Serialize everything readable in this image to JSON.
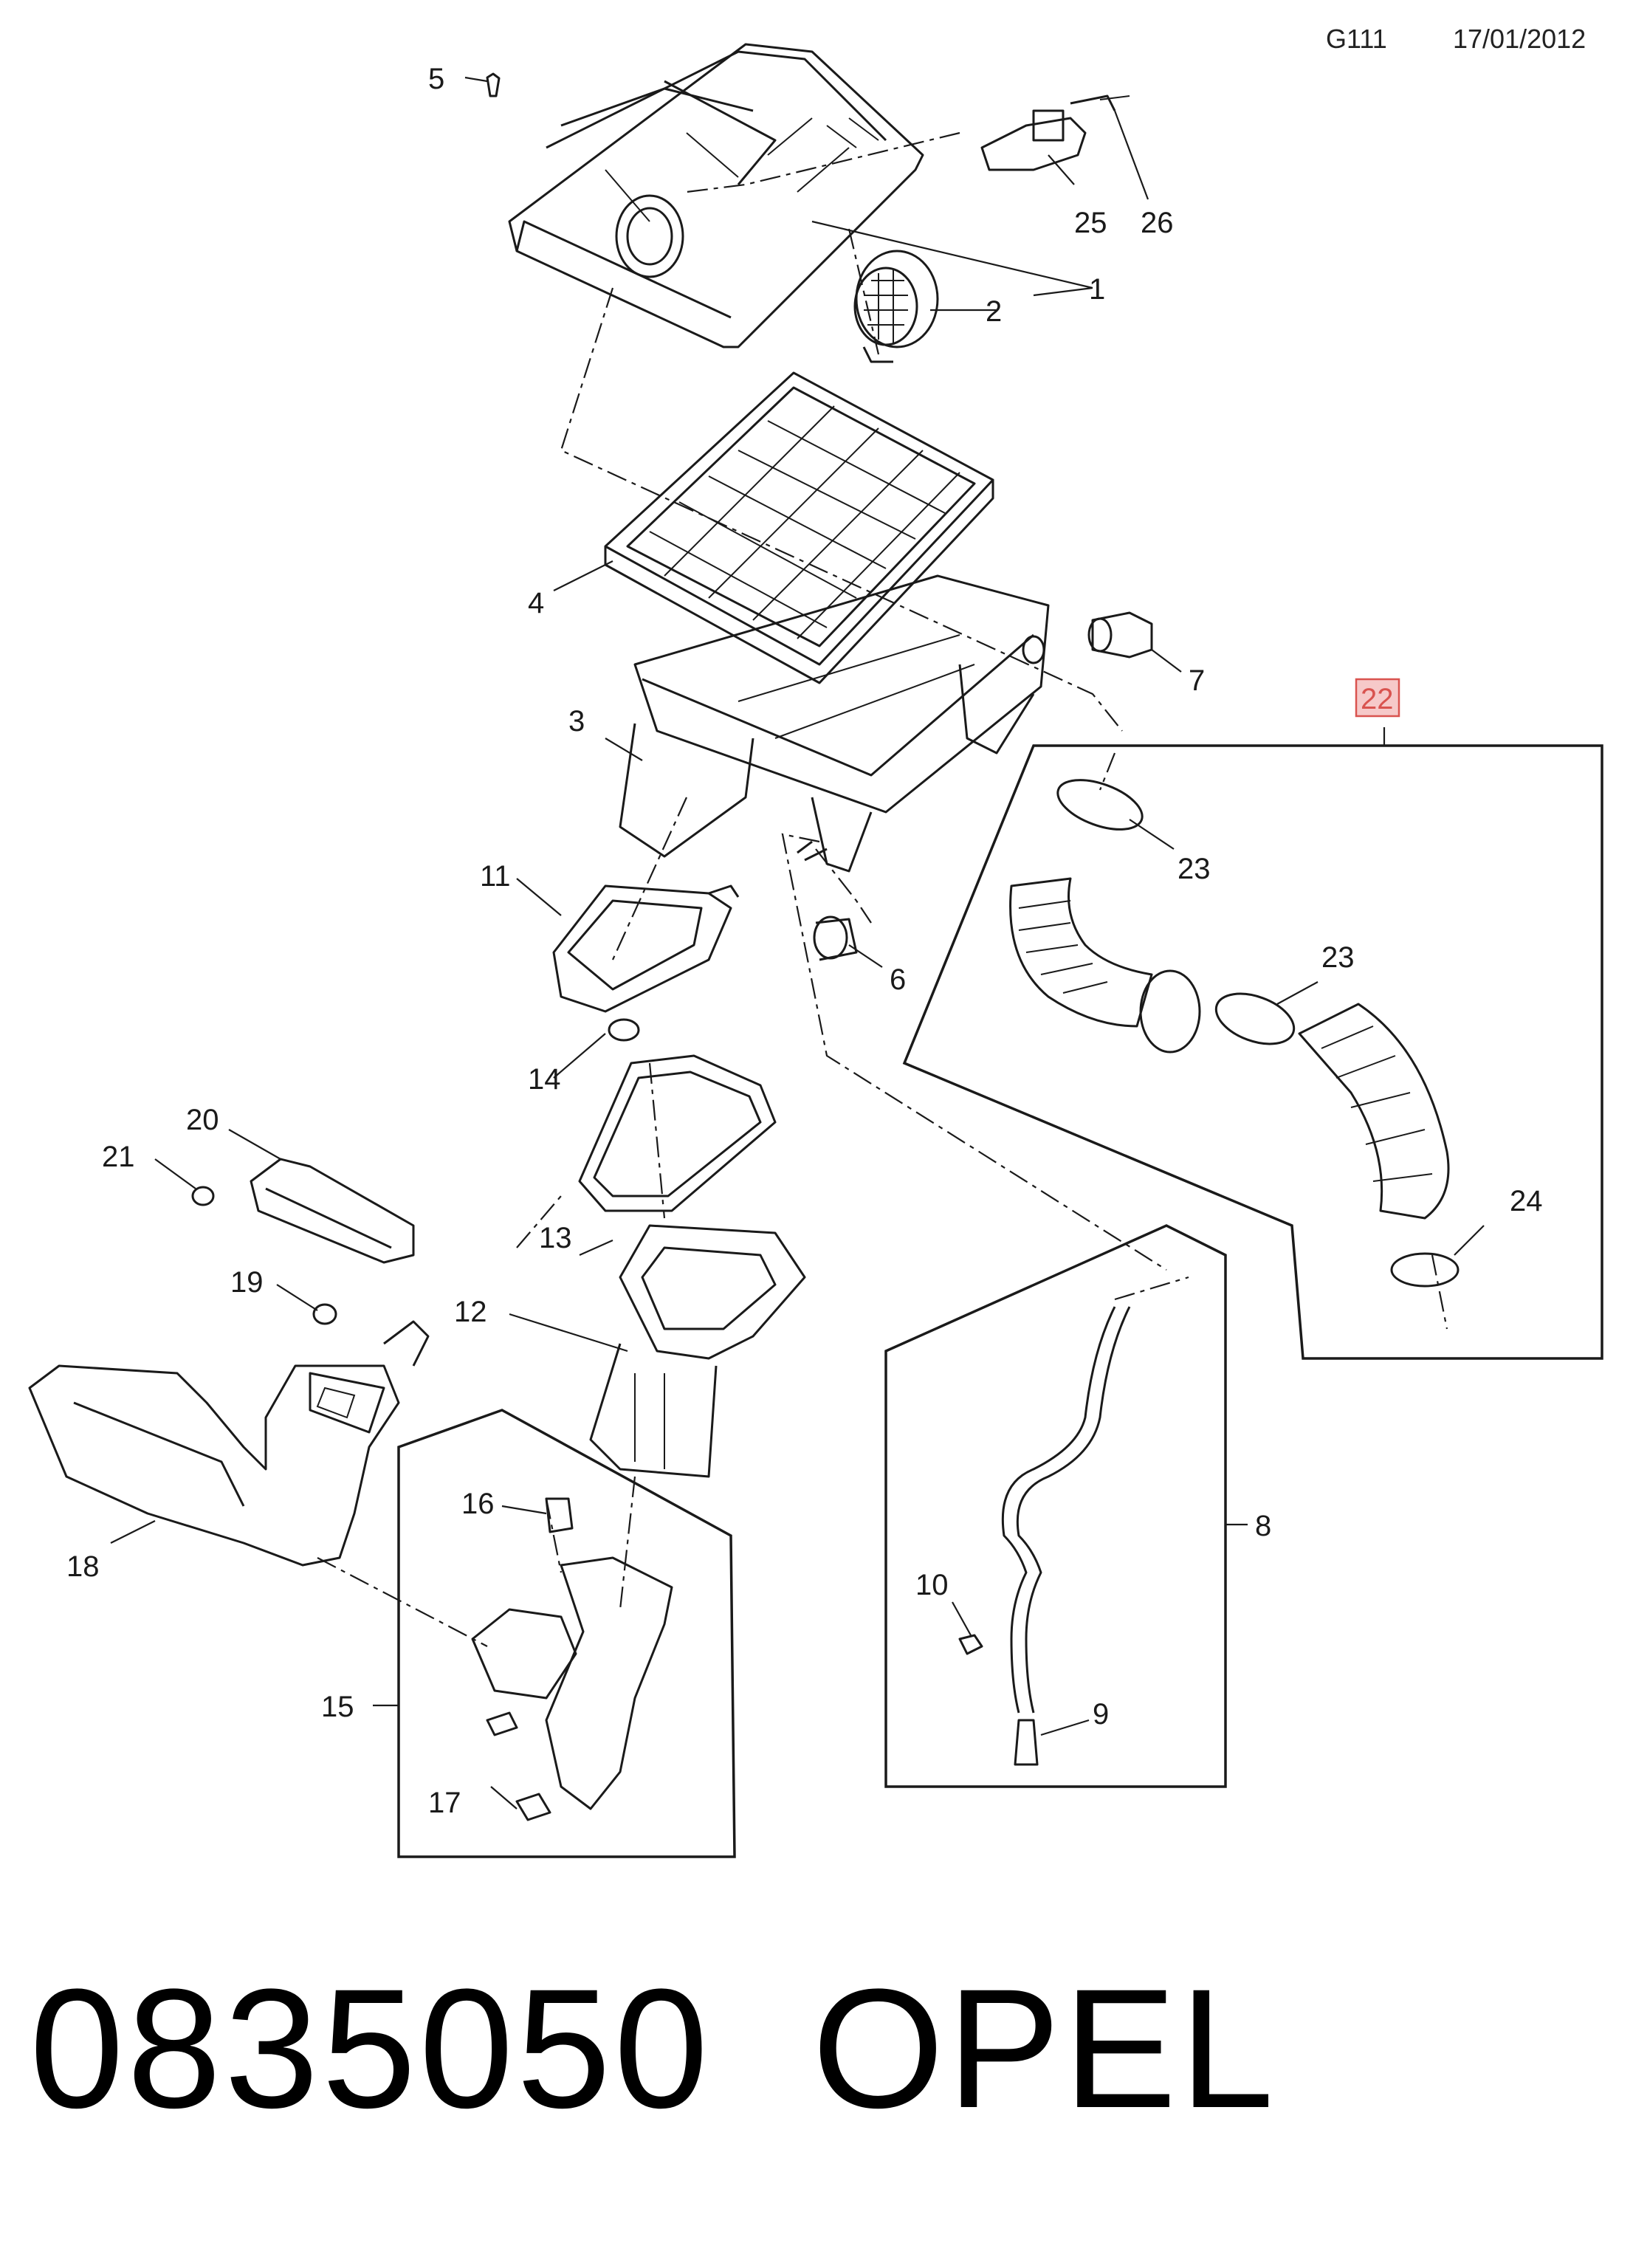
{
  "header": {
    "code": "G111",
    "date": "17/01/2012"
  },
  "footer": {
    "part_number": "0835050",
    "brand": "OPEL"
  },
  "highlight": {
    "callout": "22",
    "color": "#d9534f"
  },
  "callouts": [
    "1",
    "2",
    "3",
    "4",
    "5",
    "6",
    "7",
    "8",
    "9",
    "10",
    "11",
    "12",
    "13",
    "14",
    "15",
    "16",
    "17",
    "18",
    "19",
    "20",
    "21",
    "23",
    "23",
    "24",
    "25",
    "26"
  ]
}
